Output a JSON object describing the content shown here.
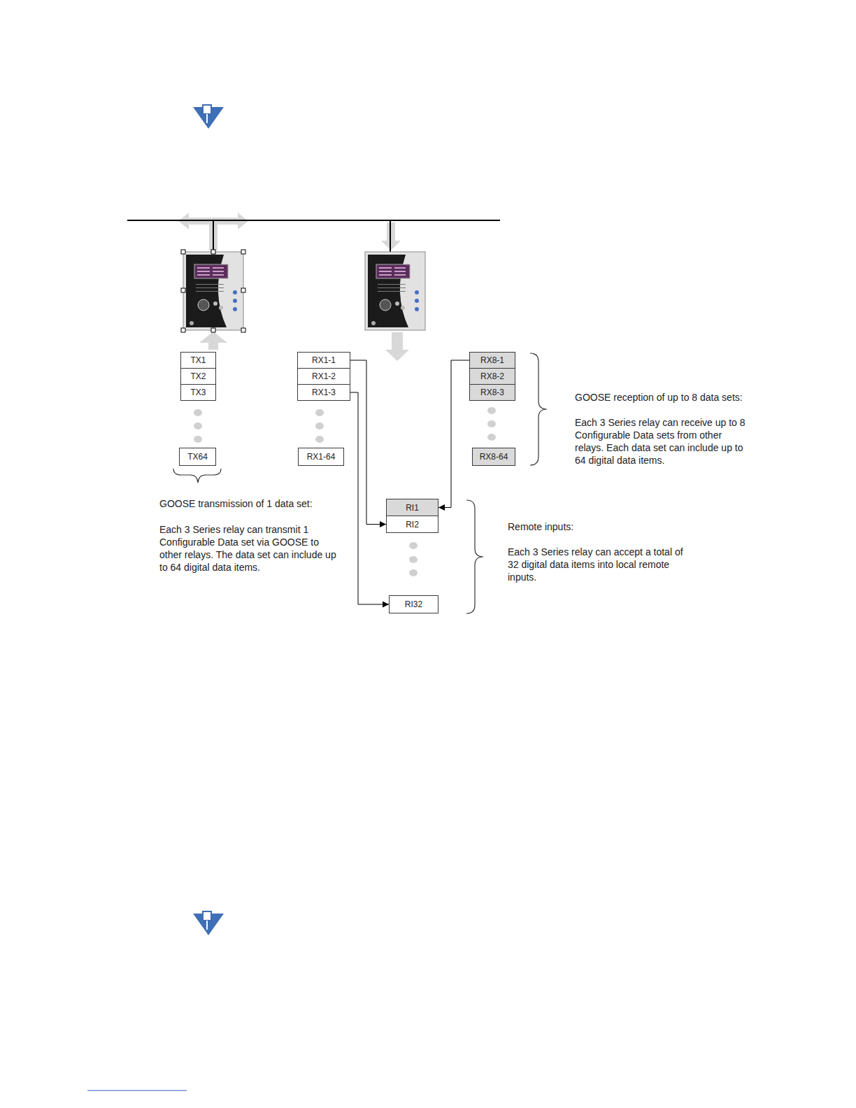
{
  "diagram": {
    "nodes": [
      {
        "text": [
          "TX1"
        ]
      },
      {
        "text": [
          "TX2"
        ]
      },
      {
        "text": [
          "TX3"
        ]
      },
      {
        "text": [
          "TX64"
        ]
      },
      {
        "text": [
          "RX1-1"
        ]
      },
      {
        "text": [
          "RX1-2"
        ]
      },
      {
        "text": [
          "RX1-3"
        ]
      },
      {
        "text": [
          "RX1-64"
        ]
      },
      {
        "text": [
          "RX8-1"
        ]
      },
      {
        "text": [
          "RX8-2"
        ]
      },
      {
        "text": [
          "RX8-3"
        ]
      },
      {
        "text": [
          "RX8-64"
        ]
      },
      {
        "text": [
          "RI1"
        ]
      },
      {
        "text": [
          "RI2"
        ]
      },
      {
        "text": [
          "RI32"
        ]
      }
    ],
    "edges": [
      {
        "from": 4,
        "to": 13,
        "arrow": "to"
      },
      {
        "from": 6,
        "to": 14,
        "arrow": "to"
      },
      {
        "from": 8,
        "to": 12,
        "arrow": "to"
      }
    ],
    "labels": [
      "GOOSE reception of up to 8 data sets:",
      "Each 3 Series relay can receive up to 8 Configurable Data sets from other relays. Each data set can include up to 64 digital data items.",
      "GOOSE transmission of 1 data set:",
      "Each 3 Series relay can transmit 1 Configurable Data set via GOOSE to other relays. The data set can include up to 64 digital data items.",
      "Remote inputs:",
      "Each 3 Series relay can accept a total of 32 digital data items into local remote inputs."
    ]
  }
}
